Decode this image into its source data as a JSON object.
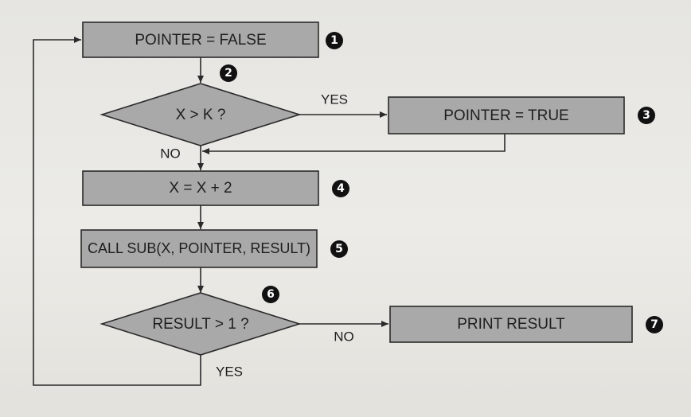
{
  "nodes": {
    "pointer_false": {
      "label": "POINTER = FALSE",
      "marker": "1"
    },
    "x_gt_k": {
      "label": "X > K ?",
      "marker": "2"
    },
    "pointer_true": {
      "label": "POINTER = TRUE",
      "marker": "3"
    },
    "x_plus_2": {
      "label": "X = X + 2",
      "marker": "4"
    },
    "call_sub": {
      "label": "CALL SUB(X, POINTER, RESULT)",
      "marker": "5"
    },
    "result_gt_1": {
      "label": "RESULT > 1 ?",
      "marker": "6"
    },
    "print_result": {
      "label": "PRINT RESULT",
      "marker": "7"
    }
  },
  "edges": {
    "yes_1": "YES",
    "no_1": "NO",
    "no_2": "NO",
    "yes_2": "YES"
  },
  "colors": {
    "shape_fill": "#a9a9a9",
    "stroke": "#2a2a2a",
    "marker_fill": "#111111"
  }
}
